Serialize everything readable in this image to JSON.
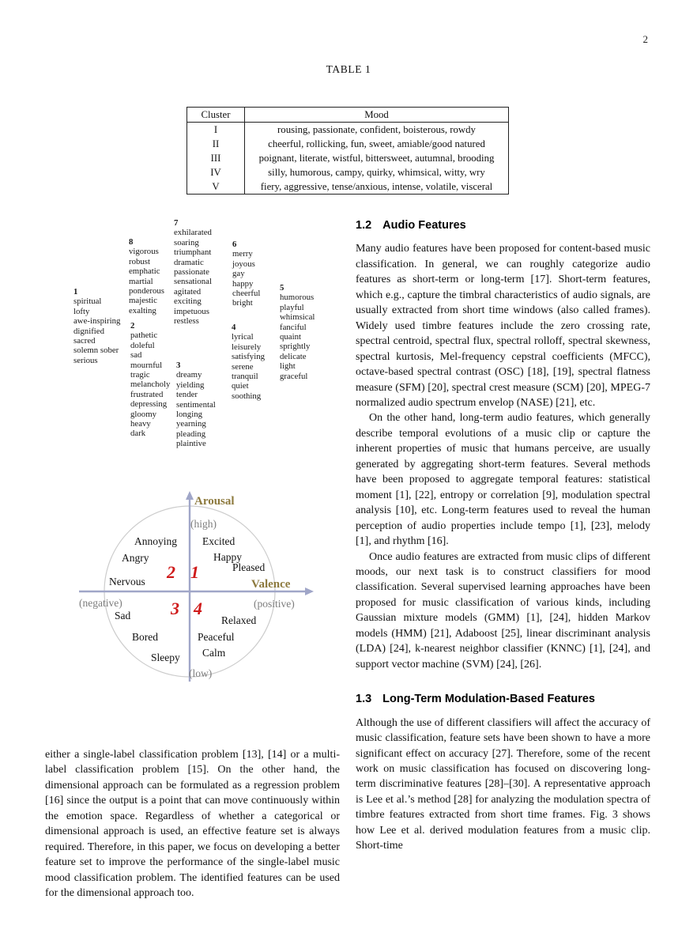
{
  "page_number": "2",
  "table1": {
    "caption": "TABLE 1",
    "col_cluster": "Cluster",
    "col_mood": "Mood",
    "rows": [
      {
        "cluster": "I",
        "mood": "rousing, passionate, confident, boisterous, rowdy"
      },
      {
        "cluster": "II",
        "mood": "cheerful, rollicking, fun, sweet, amiable/good natured"
      },
      {
        "cluster": "III",
        "mood": "poignant, literate, wistful, bittersweet, autumnal, brooding"
      },
      {
        "cluster": "IV",
        "mood": "silly, humorous, campy, quirky, whimsical, witty, wry"
      },
      {
        "cluster": "V",
        "mood": "fiery, aggressive, tense/anxious, intense, volatile, visceral"
      }
    ]
  },
  "hevner_figure": {
    "groups": [
      {
        "num": "1",
        "words": "spiritual\nlofty\nawe-inspiring\ndignified\nsacred\nsolemn sober\nserious"
      },
      {
        "num": "2",
        "words": "pathetic\ndoleful\nsad\nmournful\ntragic\nmelancholy\nfrustrated\ndepressing\ngloomy\nheavy\ndark"
      },
      {
        "num": "3",
        "words": "dreamy\nyielding\ntender\nsentimental\nlonging\nyearning\npleading\nplaintive"
      },
      {
        "num": "4",
        "words": "lyrical\nleisurely\nsatisfying\nserene\ntranquil\nquiet\nsoothing"
      },
      {
        "num": "5",
        "words": "humorous\nplayful\nwhimsical\nfanciful\nquaint\nsprightly\ndelicate\nlight\ngraceful"
      },
      {
        "num": "6",
        "words": "merry\njoyous\ngay\nhappy\ncheerful\nbright"
      },
      {
        "num": "7",
        "words": "exhilarated\nsoaring\ntriumphant\ndramatic\npassionate\nsensational\nagitated\nexciting\nimpetuous\nrestless"
      },
      {
        "num": "8",
        "words": "vigorous\nrobust\nemphatic\nmartial\nponderous\nmajestic\nexalting"
      }
    ]
  },
  "va_diagram": {
    "arousal": "Arousal",
    "high": "(high)",
    "low": "(low)",
    "valence": "Valence",
    "negative": "(negative)",
    "positive": "(positive)",
    "q1": "1",
    "q2": "2",
    "q3": "3",
    "q4": "4",
    "annoying": "Annoying",
    "excited": "Excited",
    "angry": "Angry",
    "happy": "Happy",
    "pleased": "Pleased",
    "nervous": "Nervous",
    "sad": "Sad",
    "relaxed": "Relaxed",
    "bored": "Bored",
    "peaceful": "Peaceful",
    "calm": "Calm",
    "sleepy": "Sleepy",
    "axis_color": "#a0a6c8",
    "circle_color": "#cccccc",
    "quad_color": "#cf1a1a",
    "label_color": "#8d7a3e"
  },
  "left_column": {
    "paragraph": "either a single-label classification problem [13], [14] or a multi-label classification problem [15]. On the other hand, the dimensional approach can be formulated as a regression problem [16] since the output is a point that can move continuously within the emotion space. Regardless of whether a categorical or dimensional approach is used, an effective feature set is always required. Therefore, in this paper, we focus on developing a better feature set to improve the performance of the single-label music mood classification problem. The identified features can be used for the dimensional approach too."
  },
  "right_column": {
    "sec12_num": "1.2",
    "sec12_title": "Audio Features",
    "sec12_p1": "Many audio features have been proposed for content-based music classification. In general, we can roughly categorize audio features as short-term or long-term [17]. Short-term features, which e.g., capture the timbral characteristics of audio signals, are usually extracted from short time windows (also called frames). Widely used timbre features include the zero crossing rate, spectral centroid, spectral flux, spectral rolloff, spectral skewness, spectral kurtosis, Mel-frequency cepstral coefficients (MFCC), octave-based spectral contrast (OSC) [18], [19], spectral flatness measure (SFM) [20], spectral crest measure (SCM) [20], MPEG-7 normalized audio spectrum envelop (NASE) [21], etc.",
    "sec12_p2": "On the other hand, long-term audio features, which generally describe temporal evolutions of a music clip or capture the inherent properties of music that humans perceive, are usually generated by aggregating short-term features. Several methods have been proposed to aggregate temporal features: statistical moment [1], [22], entropy or correlation [9], modulation spectral analysis [10], etc. Long-term features used to reveal the human perception of audio properties include tempo [1], [23], melody [1], and rhythm [16].",
    "sec12_p3": "Once audio features are extracted from music clips of different moods, our next task is to construct classifiers for mood classification. Several supervised learning approaches have been proposed for music classification of various kinds, including Gaussian mixture models (GMM) [1], [24], hidden Markov models (HMM) [21], Adaboost [25], linear discriminant analysis (LDA) [24], k-nearest neighbor classifier (KNNC) [1], [24], and support vector machine (SVM) [24], [26].",
    "sec13_num": "1.3",
    "sec13_title": "Long-Term Modulation-Based Features",
    "sec13_p1": "Although the use of different classifiers will affect the accuracy of music classification, feature sets have been shown to have a more significant effect on accuracy [27]. Therefore, some of the recent work on music classification has focused on discovering long-term discriminative features [28]–[30]. A representative approach is Lee et al.’s method [28] for analyzing the modulation spectra of timbre features extracted from short time frames. Fig. 3 shows how Lee et al. derived modulation features from a music clip. Short-time"
  }
}
